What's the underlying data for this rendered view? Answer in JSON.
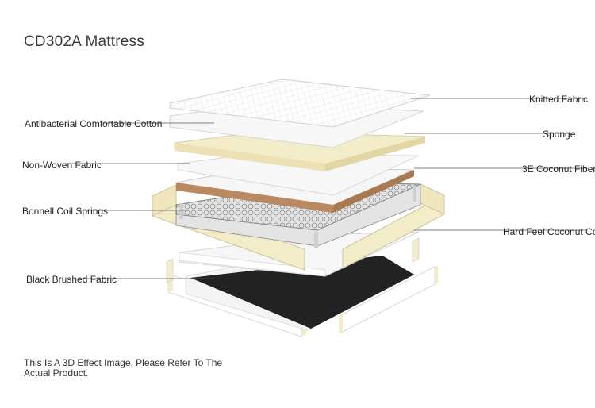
{
  "title": "CD302A Mattress",
  "layers": {
    "knitted_fabric": "Knitted Fabric",
    "antibacterial_cotton": "Antibacterial Comfortable Cotton",
    "sponge": "Sponge",
    "non_woven_fabric": "Non-Woven Fabric",
    "coconut_fiber_3e": "3E Coconut Fiber",
    "bonnell_coil_springs": "Bonnell Coil Springs",
    "hard_feel_coconut": "Hard Feel Coconut Co",
    "black_brushed_fabric": "Black Brushed Fabric"
  },
  "note": "This Is A 3D Effect Image, Please Refer To The Actual Product.",
  "colors": {
    "foam": "#f3ecc8",
    "coconut": "#b98a62",
    "black_fabric": "#222222",
    "leader_line": "#555555"
  }
}
